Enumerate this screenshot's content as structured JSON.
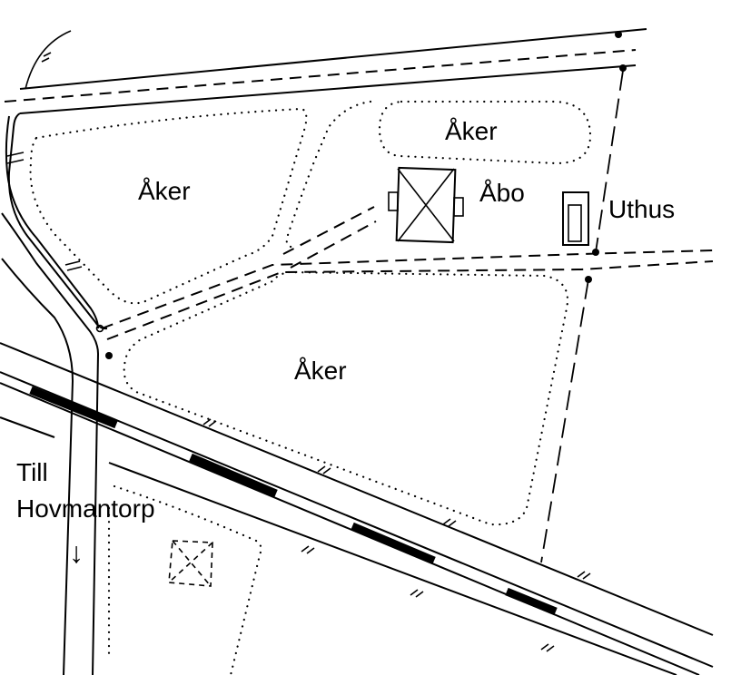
{
  "labels": {
    "field_top_left": "Åker",
    "field_top_right": "Åker",
    "field_center": "Åker",
    "dwelling": "Åbo",
    "outbuilding": "Uthus",
    "direction_line1": "Till",
    "direction_line2": "Hovmantorp",
    "direction_arrow": "↓"
  }
}
